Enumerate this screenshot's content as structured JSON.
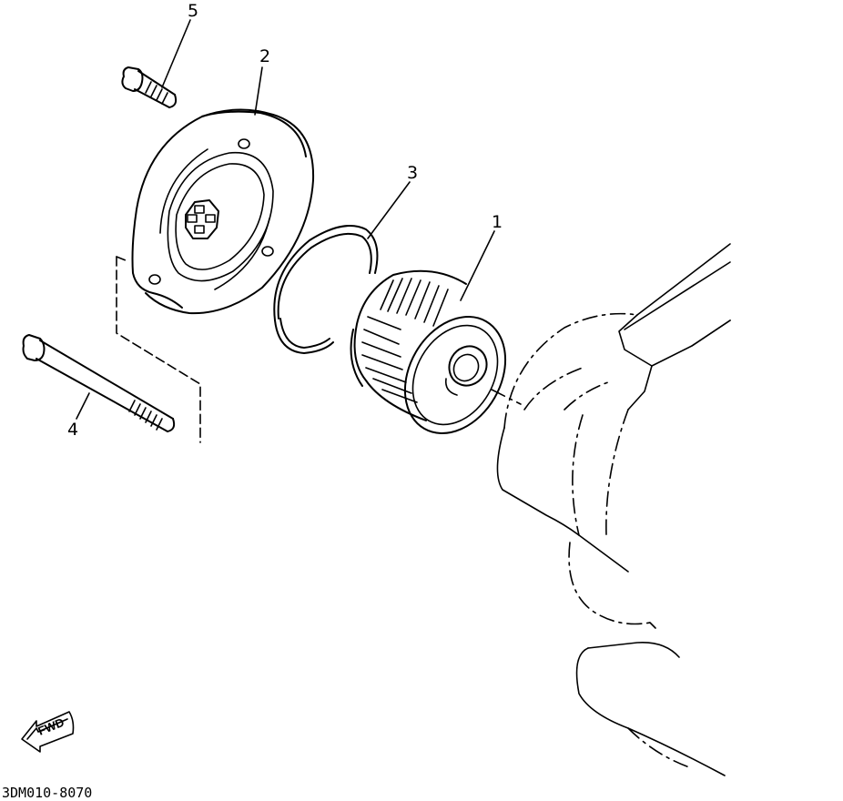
{
  "callouts": {
    "c1": "1",
    "c2": "2",
    "c3": "3",
    "c4": "4",
    "c5": "5"
  },
  "direction_arrow": {
    "label": "FWD",
    "icon": "fwd-arrow-icon"
  },
  "diagram_code": "3DM010-8070"
}
